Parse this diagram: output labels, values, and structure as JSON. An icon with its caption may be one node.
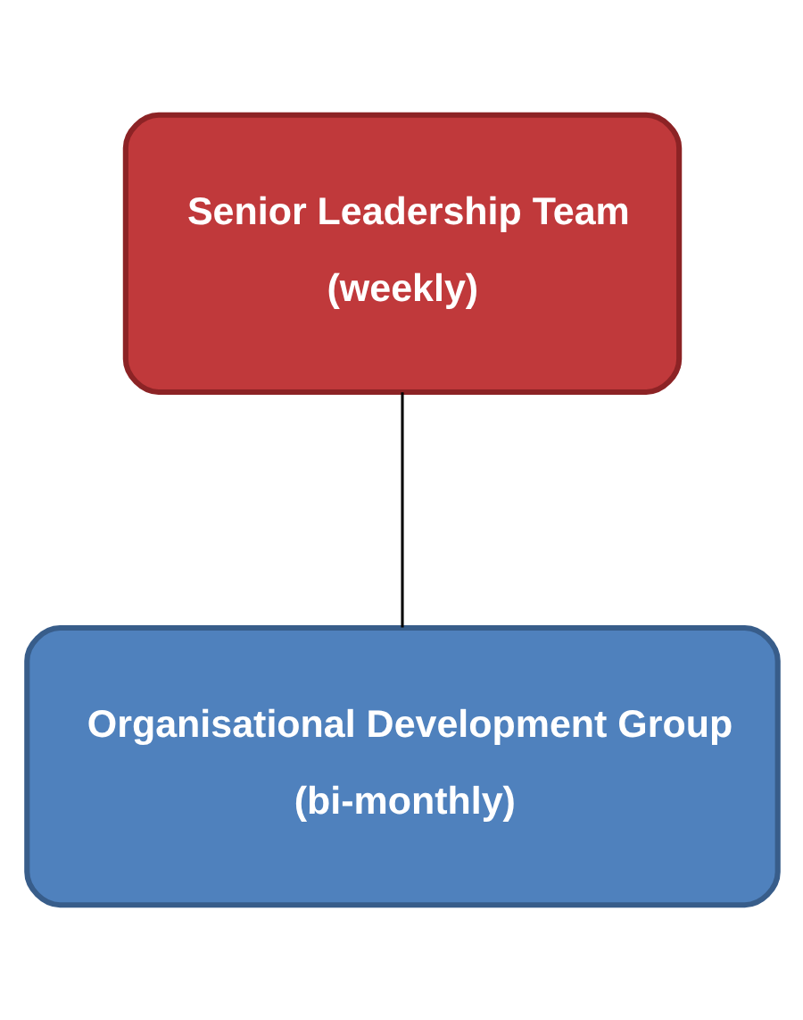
{
  "diagram": {
    "nodes": [
      {
        "text": [
          "Senior Leadership Team",
          "(weekly)"
        ]
      },
      {
        "text": [
          "Organisational Development Group",
          "(bi-monthly)"
        ]
      }
    ],
    "edges": [
      {
        "from": 0,
        "to": 1,
        "arrow": "none"
      }
    ]
  }
}
